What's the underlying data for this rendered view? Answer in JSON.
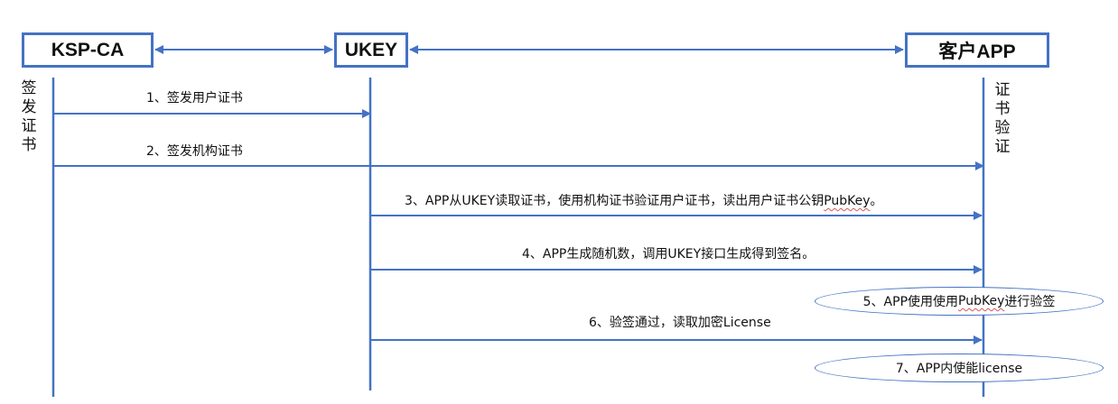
{
  "actors": {
    "kspca": "KSP-CA",
    "ukey": "UKEY",
    "app": "客户APP"
  },
  "notes": {
    "left": "签\n发\n证\n书",
    "right": "证\n书\n验\n证"
  },
  "messages": {
    "m1": "1、签发用户证书",
    "m2": "2、签发机构证书",
    "m3_before": "3、APP从UKEY读取证书，使用机构证书验证用户证书，读出用户证书公钥",
    "m3_key": "PubKey",
    "m3_after": "。",
    "m4": "4、APP生成随机数，调用UKEY接口生成得到签名。",
    "m6": "6、验签通过，读取加密License"
  },
  "self_steps": {
    "s5_before": "5、APP使用使用",
    "s5_key": "PubKey",
    "s5_after": "进行验签",
    "s7": "7、APP内使能license"
  },
  "colors": {
    "line": "#4472c4",
    "border": "#4472c4",
    "text": "#111111"
  }
}
